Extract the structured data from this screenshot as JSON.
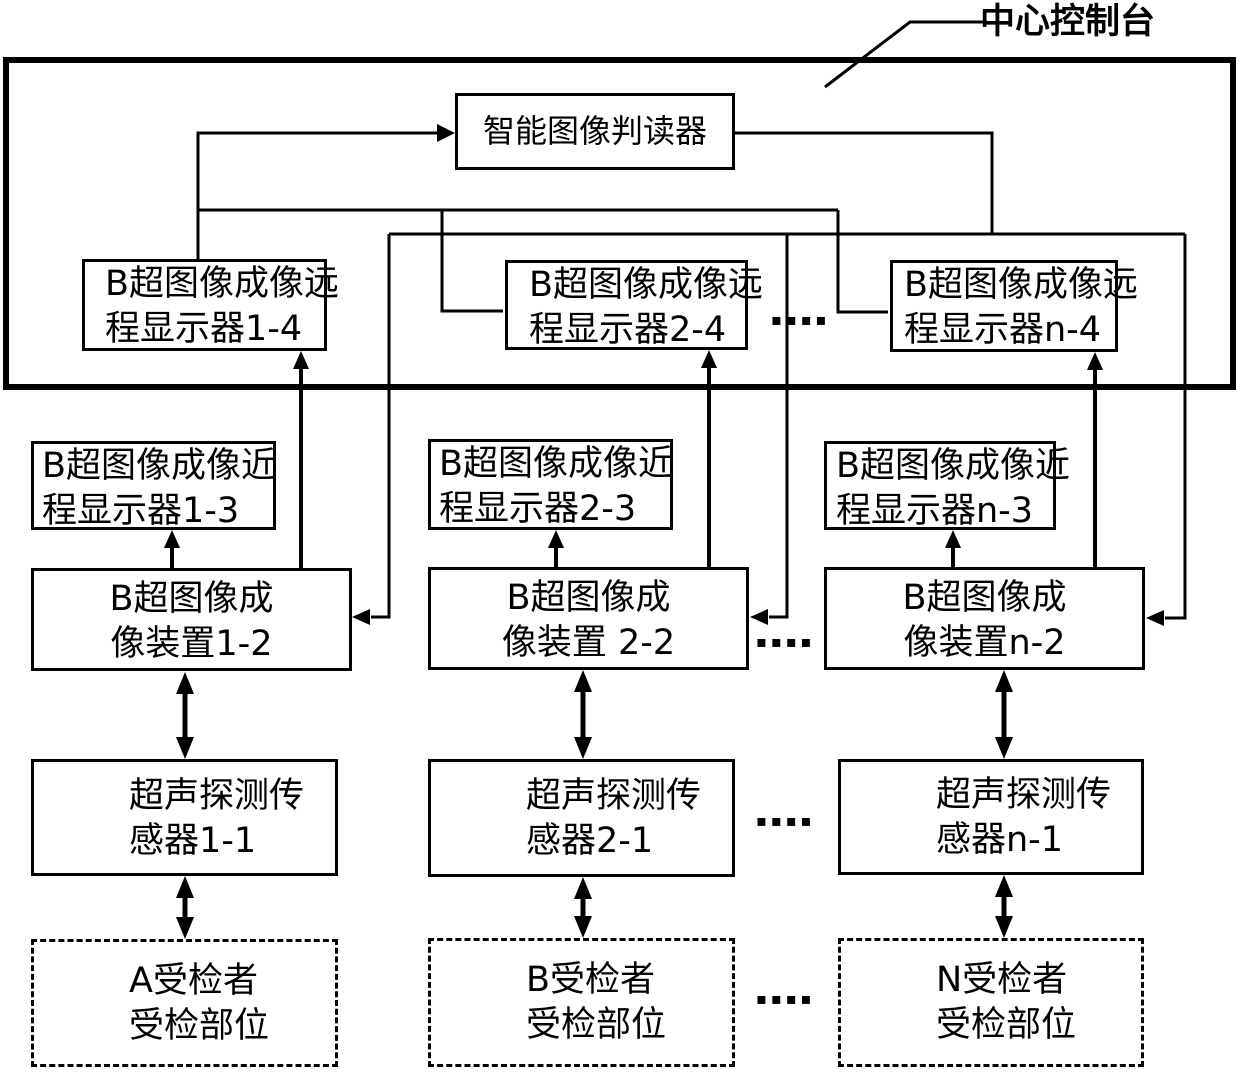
{
  "console": {
    "label": "中心控制台",
    "reader_label": "智能图像判读器"
  },
  "ellipsis": "▪▪▪▪",
  "columns": [
    {
      "remote_display": {
        "line1": "B超图像成像远",
        "line2": "程显示器1-4"
      },
      "near_display": {
        "line1": "B超图像成像近",
        "line2": "程显示器1-3"
      },
      "imaging_device": {
        "line1": "B超图像成",
        "line2": "像装置1-2"
      },
      "sensor": {
        "line1": "超声探测传",
        "line2": "感器1-1"
      },
      "subject": {
        "line1": "A受检者",
        "line2": "受检部位"
      }
    },
    {
      "remote_display": {
        "line1": "B超图像成像远",
        "line2": "程显示器2-4"
      },
      "near_display": {
        "line1": "B超图像成像近",
        "line2": "程显示器2-3"
      },
      "imaging_device": {
        "line1": "B超图像成",
        "line2": "像装置 2-2"
      },
      "sensor": {
        "line1": "超声探测传",
        "line2": "感器2-1"
      },
      "subject": {
        "line1": "B受检者",
        "line2": "受检部位"
      }
    },
    {
      "remote_display": {
        "line1": "B超图像成像远",
        "line2": "程显示器n-4"
      },
      "near_display": {
        "line1": "B超图像成像近",
        "line2": "程显示器n-3"
      },
      "imaging_device": {
        "line1": "B超图像成",
        "line2": "像装置n-2"
      },
      "sensor": {
        "line1": "超声探测传",
        "line2": "感器n-1"
      },
      "subject": {
        "line1": "N受检者",
        "line2": "受检部位"
      }
    }
  ]
}
